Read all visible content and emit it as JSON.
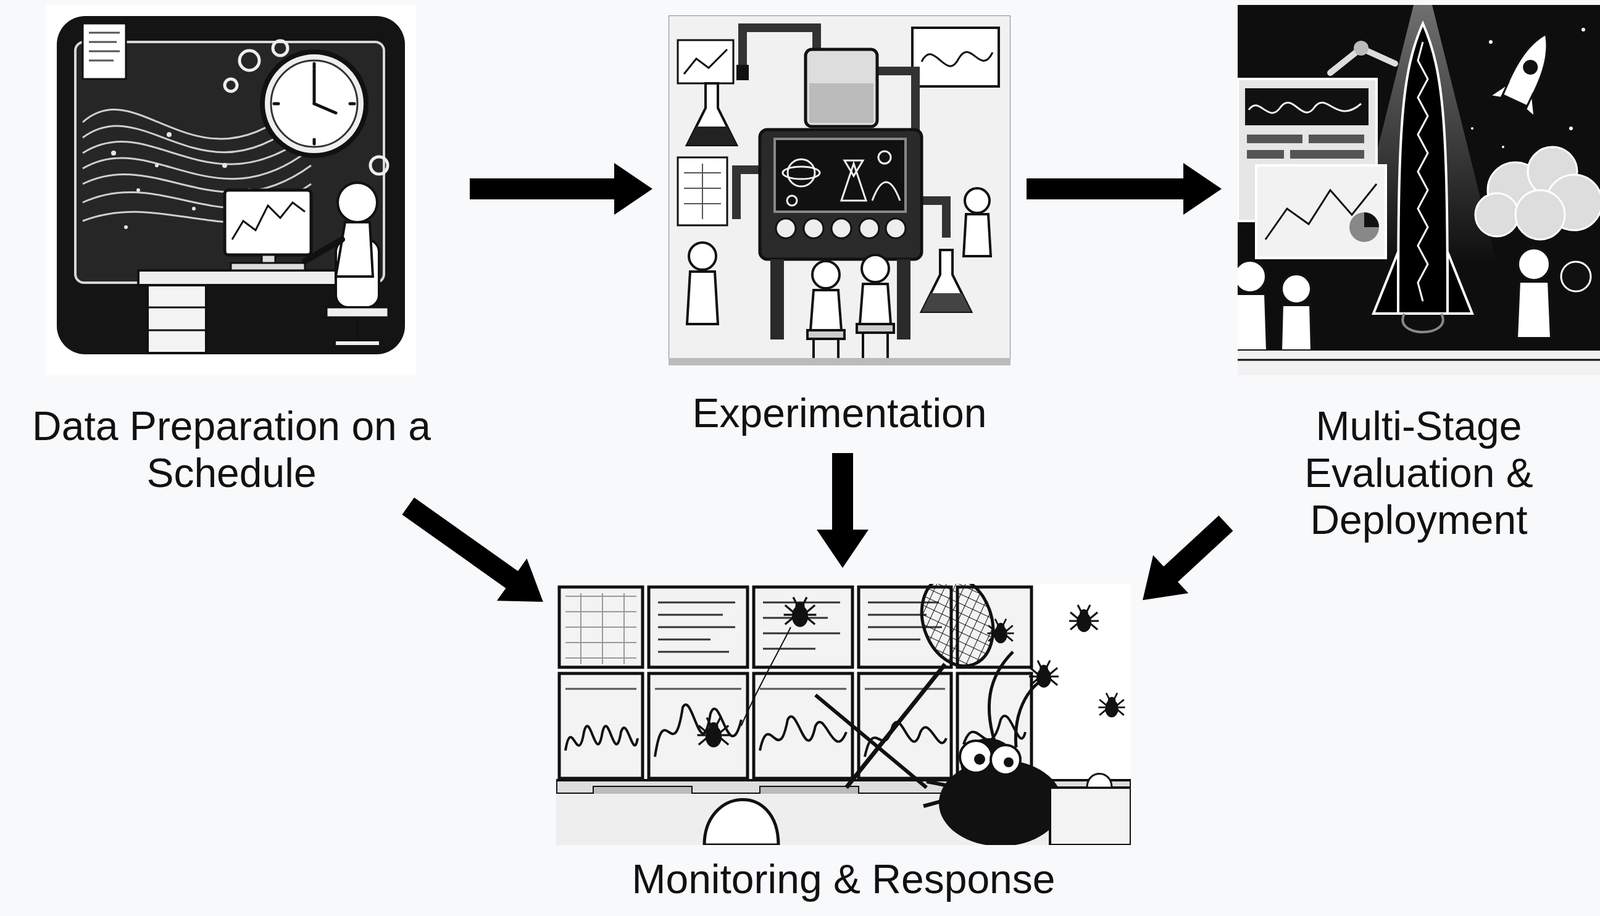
{
  "diagram": {
    "nodes": [
      {
        "text": [
          "Data Preparation on a Schedule"
        ]
      },
      {
        "text": [
          "Experimentation"
        ]
      },
      {
        "text": [
          "Multi-Stage Evaluation & Deployment"
        ]
      },
      {
        "text": [
          "Monitoring & Response"
        ]
      }
    ],
    "edges": [
      {
        "from": 0,
        "to": 1,
        "arrow": "to"
      },
      {
        "from": 1,
        "to": 2,
        "arrow": "to"
      },
      {
        "from": 0,
        "to": 3,
        "arrow": "to"
      },
      {
        "from": 1,
        "to": 3,
        "arrow": "to"
      },
      {
        "from": 2,
        "to": 3,
        "arrow": "to"
      }
    ]
  }
}
